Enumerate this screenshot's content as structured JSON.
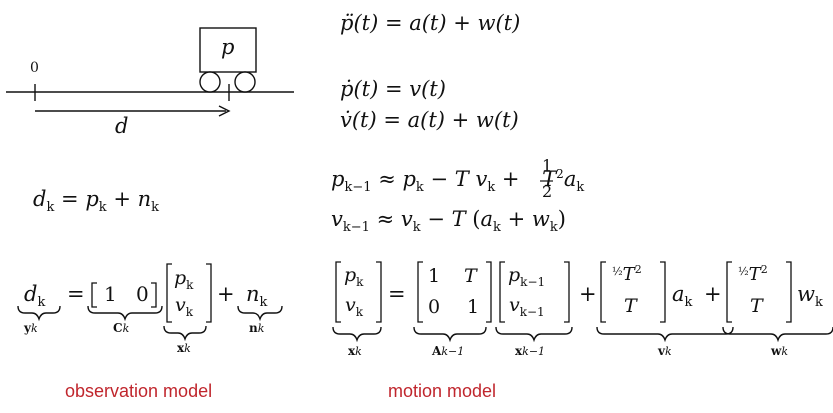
{
  "cart": {
    "label_p": "p",
    "label_zero": "0",
    "label_d": "d"
  },
  "equations": {
    "accel": "p̈(t) = a(t) + w(t)",
    "pdot": "ṗ(t) = v(t)",
    "vdot": "v̇(t) = a(t) + w(t)",
    "pk1_lhs": "p",
    "vk1_lhs": "v",
    "dk": "d",
    "half": "1",
    "two": "2"
  },
  "observation": {
    "brace_y": "y",
    "brace_c": "C",
    "brace_x": "x",
    "brace_n": "n",
    "matrix": [
      "1",
      "0"
    ],
    "vector": [
      "p",
      "v"
    ]
  },
  "motion": {
    "brace_x": "x",
    "brace_a": "A",
    "brace_xk1": "x",
    "brace_v": "v",
    "brace_w": "w",
    "matrix_a": [
      "1",
      "T",
      "0",
      "1"
    ],
    "vector_x": [
      "p",
      "v"
    ],
    "vector_xk1": [
      "p",
      "v"
    ]
  },
  "captions": {
    "observation": "observation model",
    "motion": "motion model"
  },
  "colors": {
    "caption": "#c0262d"
  }
}
